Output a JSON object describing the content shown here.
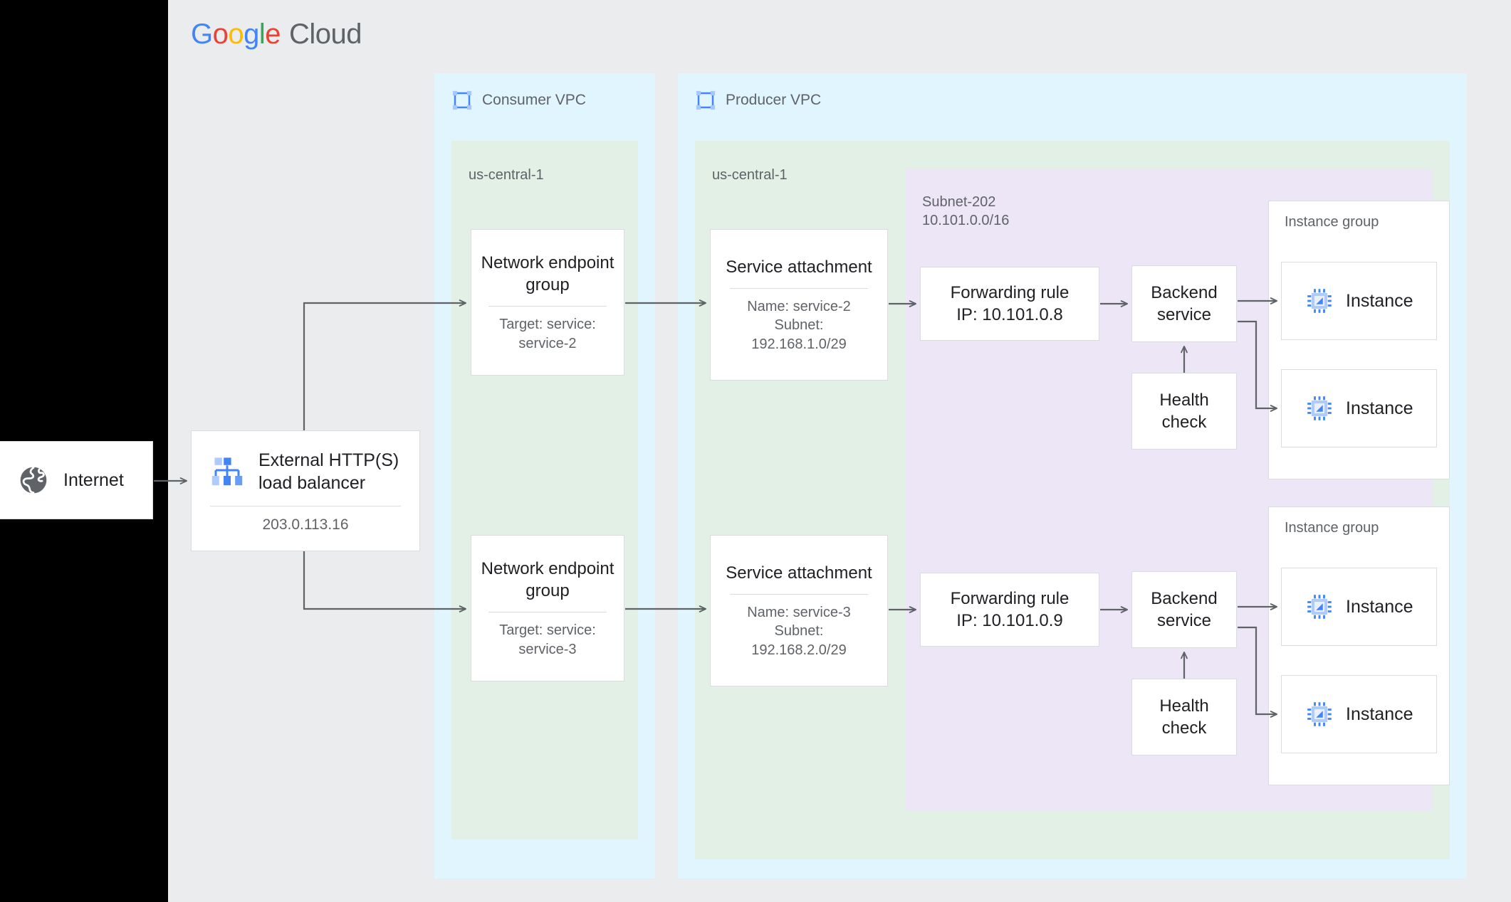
{
  "brand": {
    "name_parts": [
      "G",
      "o",
      "o",
      "g",
      "l",
      "e"
    ],
    "suffix": "Cloud",
    "colors": {
      "blue": "#4285F4",
      "red": "#EA4335",
      "yellow": "#FBBC05",
      "green": "#34A853",
      "gray": "#5f6368"
    }
  },
  "canvas": {
    "background": "#eaeced",
    "vpc_color": "#e1f5fe",
    "region_color": "#e3f0e6",
    "subnet_color": "#ece6f6",
    "card_border": "#dadce0",
    "edge_color": "#5f6368"
  },
  "internet": {
    "label": "Internet",
    "icon": "globe-icon"
  },
  "load_balancer": {
    "title": "External HTTP(S)\nload balancer",
    "ip": "203.0.113.16",
    "icon": "load-balancer-icon"
  },
  "consumer_vpc": {
    "label": "Consumer VPC",
    "icon": "vpc-icon",
    "region": "us-central-1",
    "negs": [
      {
        "title": "Network\nendpoint group",
        "sub": "Target: service:\nservice-2"
      },
      {
        "title": "Network\nendpoint group",
        "sub": "Target: service:\nservice-3"
      }
    ]
  },
  "producer_vpc": {
    "label": "Producer VPC",
    "icon": "vpc-icon",
    "region": "us-central-1",
    "subnet": {
      "name": "Subnet-202",
      "cidr": "10.101.0.0/16",
      "label": "Subnet-202\n10.101.0.0/16"
    },
    "service_attachments": [
      {
        "title": "Service attachment",
        "sub": "Name: service-2\nSubnet:\n192.168.1.0/29"
      },
      {
        "title": "Service attachment",
        "sub": "Name: service-3\nSubnet:\n192.168.2.0/29"
      }
    ],
    "forwarding_rules": [
      {
        "label": "Forwarding rule\nIP: 10.101.0.8"
      },
      {
        "label": "Forwarding rule\nIP: 10.101.0.9"
      }
    ],
    "backend_services": [
      {
        "label": "Backend\nservice"
      },
      {
        "label": "Backend\nservice"
      }
    ],
    "health_checks": [
      {
        "label": "Health\ncheck"
      },
      {
        "label": "Health\ncheck"
      }
    ],
    "instance_groups": [
      {
        "label": "Instance group",
        "instances": [
          "Instance",
          "Instance"
        ]
      },
      {
        "label": "Instance group",
        "instances": [
          "Instance",
          "Instance"
        ]
      }
    ]
  }
}
